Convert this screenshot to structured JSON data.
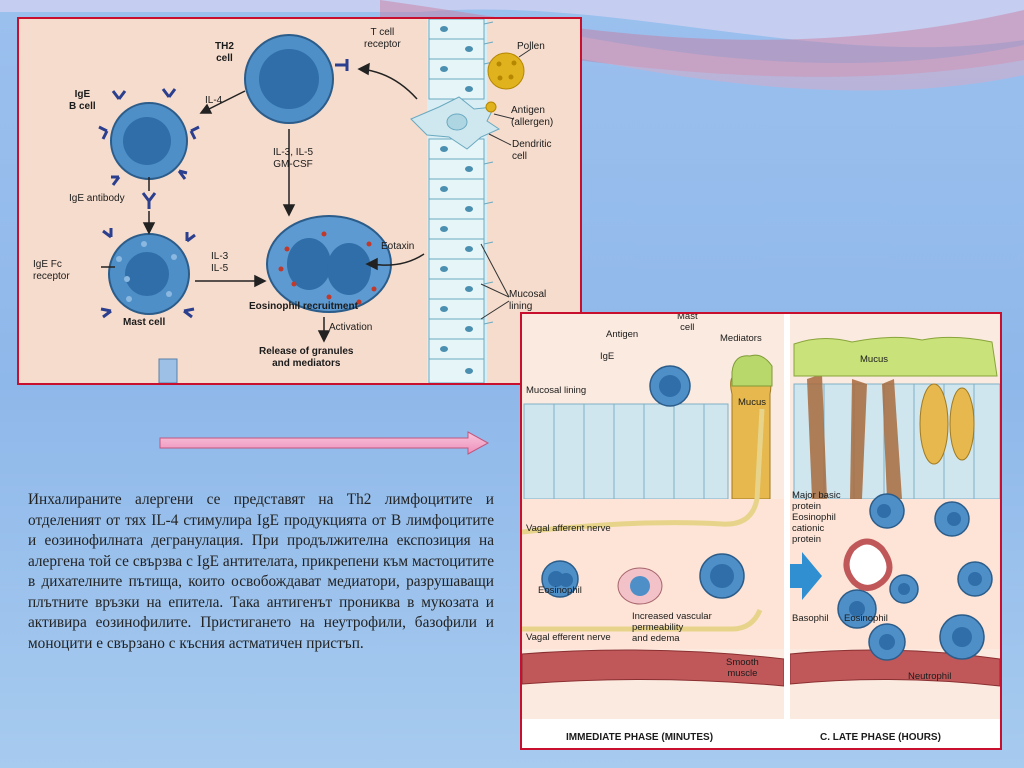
{
  "top_diagram": {
    "th2_cell": "TH2",
    "th2_cell_line2": "cell",
    "t_cell_receptor": "T cell\nreceptor",
    "pollen": "Pollen",
    "ige_b_cell": "IgE\nB cell",
    "il4": "IL-4",
    "antigen": "Antigen\n(allergen)",
    "dendritic": "Dendritic\ncell",
    "il3_il5_gmcsf": "IL-3, IL-5\nGM-CSF",
    "ige_antibody": "IgE antibody",
    "ige_fc_receptor": "IgE Fc\nreceptor",
    "il3_il5": "IL-3\nIL-5",
    "eotaxin": "Eotaxin",
    "mucosal_lining": "Mucosal\nlining",
    "mast_cell": "Mast cell",
    "eosinophil_recruitment": "Eosinophil recruitment",
    "activation": "Activation",
    "release": "Release of granules\nand mediators"
  },
  "bottom_diagram": {
    "antigen": "Antigen",
    "mast_cell": "Mast\ncell",
    "mediators": "Mediators",
    "ige": "IgE",
    "mucus_left": "Mucus",
    "mucus_right": "Mucus",
    "mucosal_lining": "Mucosal lining",
    "vagal_afferent": "Vagal afferent nerve",
    "eosinophil_left": "Eosinophil",
    "increased_vascular": "Increased vascular\npermeability\nand edema",
    "vagal_efferent": "Vagal efferent nerve",
    "smooth_muscle": "Smooth\nmuscle",
    "major_basic_protein": "Major basic\nprotein\nEosinophil\ncationic\nprotein",
    "basophil": "Basophil",
    "eosinophil_right": "Eosinophil",
    "neutrophil": "Neutrophil",
    "immediate_phase": "IMMEDIATE PHASE (MINUTES)",
    "late_phase": "C.  LATE PHASE (HOURS)"
  },
  "body_text": "Инхалираните алергени се представят на Th2 лимфоцитите и отделеният от тях IL-4 стимулира IgE продукцията от B лимфоцитите и еозинофилната дегранулация. При продължителна експозиция на алергена той се свързва с IgE антителата, прикрепени към мастоцитите в дихателните пътища, които освобождават медиатори, разрушаващи плътните връзки на епитела. Така антигенът прониква в мукозата и активира еозинофилите. Пристигането на неутрофили, базофили и моноцити е свързано с късния астматичен пристъп."
}
